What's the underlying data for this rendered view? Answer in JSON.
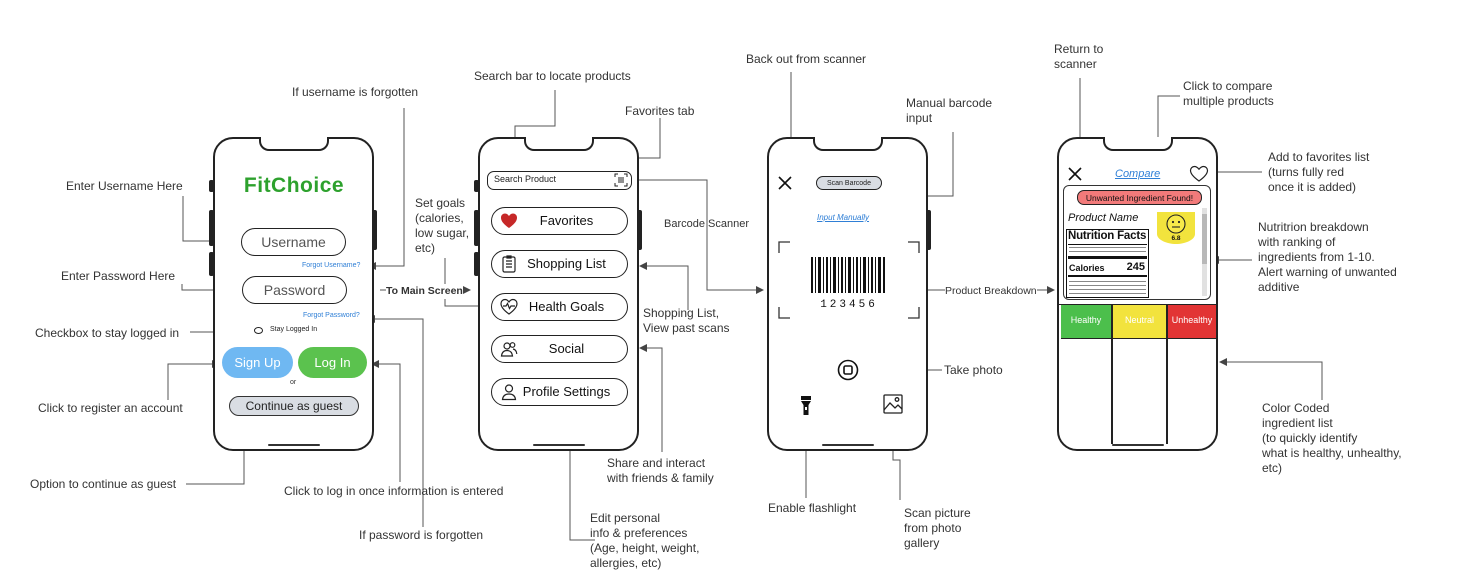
{
  "phone1": {
    "logo": "FitChoice",
    "username_placeholder": "Username",
    "forgot_username": "Forgot Username?",
    "password_placeholder": "Password",
    "forgot_password": "Forgot Password?",
    "stay_logged_in": "Stay Logged In",
    "signup": "Sign Up",
    "login": "Log In",
    "or": "or",
    "guest": "Continue as guest"
  },
  "phone2": {
    "search_placeholder": "Search Product",
    "menu": [
      "Favorites",
      "Shopping List",
      "Health Goals",
      "Social",
      "Profile Settings"
    ]
  },
  "phone3": {
    "scan_barcode": "Scan Barcode",
    "input_manually": "Input Manually",
    "barcode_number": "123456"
  },
  "phone4": {
    "compare": "Compare",
    "alert": "Unwanted Ingredient Found!",
    "product_name": "Product Name",
    "nutrition_facts": "Nutrition Facts",
    "calories_label": "Calories",
    "calories_value": "245",
    "rating": "6.8",
    "columns": [
      "Healthy",
      "Neutral",
      "Unhealthy"
    ]
  },
  "annotations": {
    "enter_username": "Enter Username Here",
    "if_username_forgotten": "If username is forgotten",
    "enter_password": "Enter Password Here",
    "checkbox": "Checkbox to stay logged in",
    "click_register": "Click to register an account",
    "continue_guest": "Option to continue as guest",
    "click_login": "Click to log in once information is entered",
    "if_password_forgotten": "If password is forgotten",
    "set_goals": [
      "Set goals",
      "(calories,",
      "low sugar,",
      "etc)"
    ],
    "to_main_screen": "To Main Screen",
    "search_bar": "Search bar to locate products",
    "favorites_tab": "Favorites tab",
    "barcode_scanner": "Barcode Scanner",
    "shopping_list": [
      "Shopping List,",
      "View past scans"
    ],
    "share_interact": [
      "Share and interact",
      "with friends & family"
    ],
    "edit_personal": [
      "Edit personal",
      "info & preferences",
      "(Age, height, weight,",
      "allergies, etc)"
    ],
    "back_out": "Back out from scanner",
    "manual_barcode": [
      "Manual barcode",
      "input"
    ],
    "product_breakdown": "Product Breakdown",
    "take_photo": "Take photo",
    "enable_flashlight": "Enable flashlight",
    "scan_picture": [
      "Scan picture",
      "from photo",
      "gallery"
    ],
    "return_scanner": [
      "Return to",
      "scanner"
    ],
    "click_compare": [
      "Click to compare",
      "multiple products"
    ],
    "add_favorites": [
      "Add to favorites list",
      "(turns fully red",
      "once it is added)"
    ],
    "nutrition_breakdown": [
      "Nutritrion breakdown",
      "with ranking of",
      "ingredients from 1-10.",
      "Alert warning of unwanted",
      "additive"
    ],
    "color_coded": [
      "Color Coded",
      "ingredient list",
      "(to quickly identify",
      "what is healthy, unhealthy,",
      "etc)"
    ]
  },
  "colors": {
    "logo_green": "#2da12d",
    "signup_blue": "#6fb8f2",
    "login_green": "#5bc24e",
    "heart_red": "#c62828",
    "alert_red": "#f27a7a",
    "healthy": "#4cbf4c",
    "neutral": "#f2e33d",
    "unhealthy": "#e23434",
    "link_blue": "#2f7fd6"
  }
}
